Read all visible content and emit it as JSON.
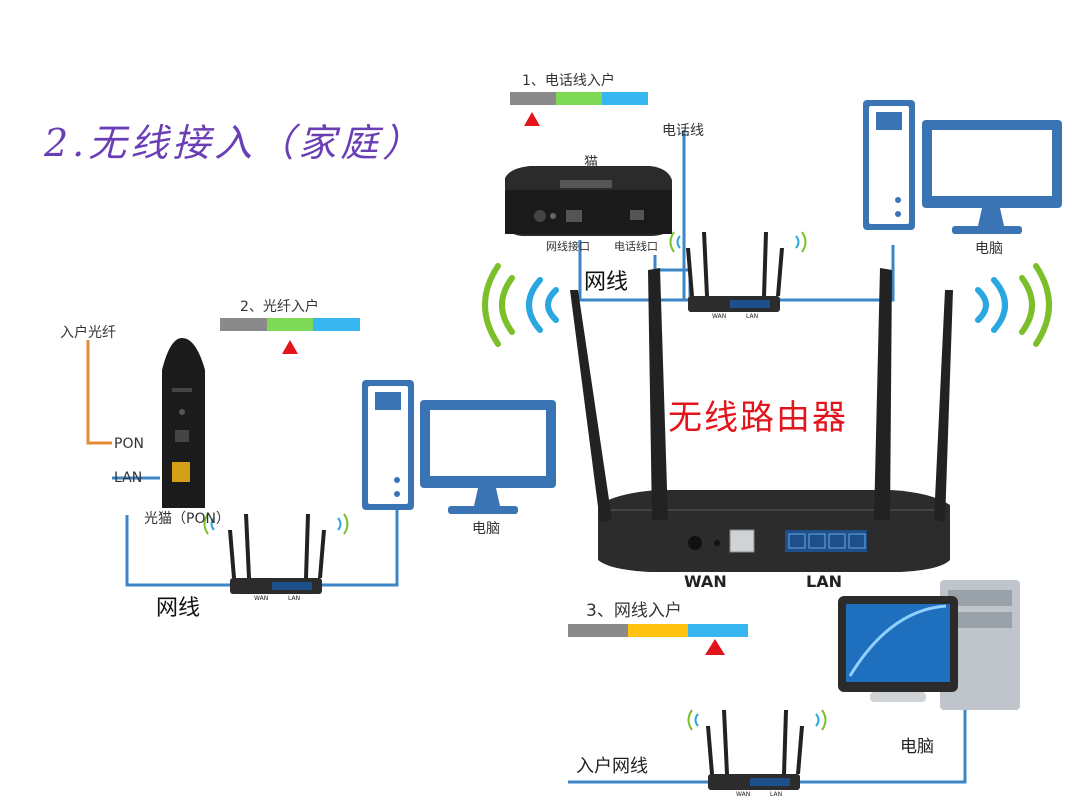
{
  "title": "2.无线接入（家庭）",
  "main_router": {
    "label": "无线路由器",
    "wan_label": "WAN",
    "lan_label": "LAN"
  },
  "scenario_phone": {
    "step_label": "1、电话线入户",
    "line_label": "电话线",
    "modem_label": "猫",
    "port_net_label": "网线接口",
    "port_phone_label": "电话线口",
    "cable_label": "网线",
    "pc_label": "电脑",
    "colors": [
      "#8a8a8a",
      "#7ed957",
      "#38b6f0"
    ]
  },
  "scenario_fiber": {
    "step_label": "2、光纤入户",
    "fiber_label": "入户光纤",
    "pon_label": "PON",
    "lan_label": "LAN",
    "ont_label": "光猫（PON）",
    "cable_label": "网线",
    "pc_label": "电脑",
    "colors": [
      "#8a8a8a",
      "#7ed957",
      "#38b6f0"
    ]
  },
  "scenario_ethernet": {
    "step_label": "3、网线入户",
    "line_label": "入户网线",
    "pc_label": "电脑",
    "colors": [
      "#8a8a8a",
      "#ffc20e",
      "#38b6f0"
    ]
  },
  "mini_router": {
    "wan_label": "WAN",
    "lan_label": "LAN"
  },
  "colors": {
    "title": "#6a3fb5",
    "router_label": "#e2141c",
    "cable": "#3c86c8",
    "fiber": "#e38b35",
    "wifi_inner": "#2aa7e0",
    "wifi_outer": "#7bbf2a",
    "marker": "#e2141c"
  }
}
